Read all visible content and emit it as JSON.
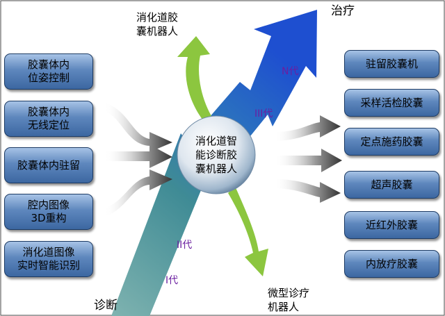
{
  "center": {
    "line1": "消化道智",
    "line2": "能诊断胶",
    "line3": "囊机器人"
  },
  "top_label": {
    "line1": "消化道胶",
    "line2": "囊机器人"
  },
  "bottom_label": {
    "line1": "微型诊疗",
    "line2": "机器人"
  },
  "end_label": "治疗",
  "start_label": "诊断",
  "generations": [
    "I代",
    "II代",
    "III代",
    "N代"
  ],
  "left_items": [
    {
      "line1": "胶囊体内",
      "line2": "位姿控制"
    },
    {
      "line1": "胶囊体内",
      "line2": "无线定位"
    },
    {
      "line1": "胶囊体内驻留",
      "line2": ""
    },
    {
      "line1": "腔内图像",
      "line2": "3D重构"
    },
    {
      "line1": "消化道图像",
      "line2": "实时智能识别"
    }
  ],
  "right_items": [
    "驻留胶囊机",
    "采样活检胶囊",
    "定点施药胶囊",
    "超声胶囊",
    "近红外胶囊",
    "内放疗胶囊"
  ],
  "colors": {
    "arrow_top": "#1f56c8",
    "arrow_bottom": "#5aa0a4",
    "green": "#8cc63f",
    "box": "#4f79b3"
  }
}
